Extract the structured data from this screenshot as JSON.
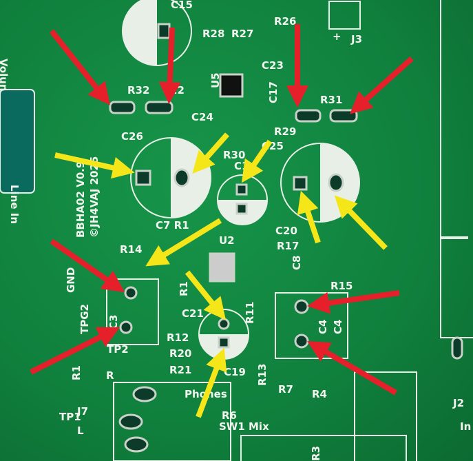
{
  "silkscreen": {
    "board_name": "BBHA02 V0.9",
    "copyright": "©JH4VAJ 2025",
    "labels": {
      "c15": "C15",
      "r26": "R26",
      "j3": "J3",
      "plus": "+",
      "r28": "R28",
      "r27": "R27",
      "c23": "C23",
      "u5": "U5",
      "c17": "C17",
      "r32": "R32",
      "c22": "C22",
      "r31": "R31",
      "c24": "C24",
      "r29": "R29",
      "c26": "C26",
      "r30": "R30",
      "c1": "C1",
      "c25": "C25",
      "c7r1": "C7 R1",
      "c20": "C20",
      "u2": "U2",
      "r14": "R14",
      "r17": "R17",
      "c8": "C8",
      "gnd": "GND",
      "tpg2": "TPG2",
      "c3": "C3",
      "r10": "R1",
      "c21": "C21",
      "r11": "R11",
      "r15": "R15",
      "c4a": "C4",
      "c4b": "C4",
      "r12": "R12",
      "r20": "R20",
      "r21": "R21",
      "c19": "C19",
      "r13": "R13",
      "tp2": "TP2",
      "r1": "R1",
      "r": "R",
      "phones": "Phones",
      "r7": "R7",
      "r4": "R4",
      "r6": "R6",
      "sw1": "SW1 Mix",
      "tp1": "TP1",
      "j7": "J7",
      "l": "L",
      "r3": "R3",
      "j2": "J2",
      "in": "In",
      "volume": "Volun",
      "line_in": "Line In"
    }
  },
  "colors": {
    "pcb": "#10803d",
    "silk": "#f2f5ef",
    "red_arrow": "#e5202a",
    "yellow_arrow": "#f5e61a"
  }
}
